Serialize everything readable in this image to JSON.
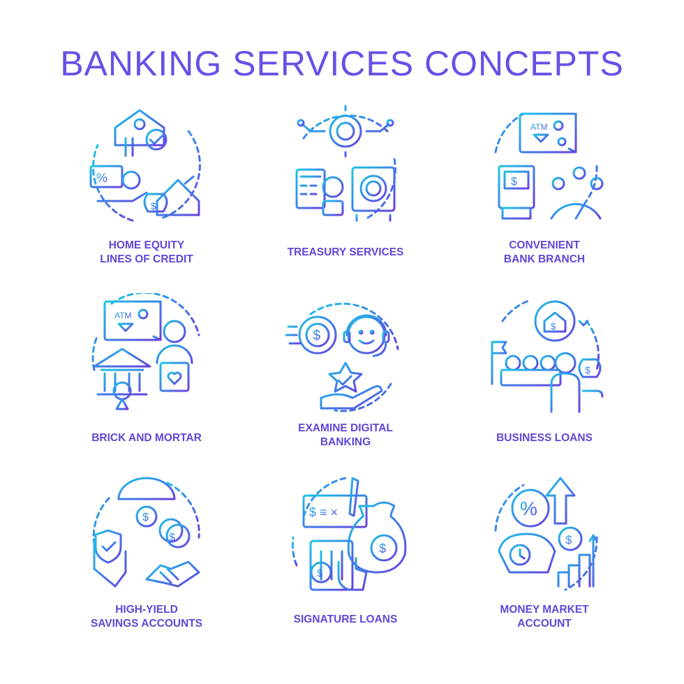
{
  "title": "BANKING SERVICES CONCEPTS",
  "colors": {
    "gradient_start": "#1ec3e6",
    "gradient_mid": "#3b82e8",
    "gradient_end": "#6a3fe0",
    "title": "#6a4fe6",
    "label": "#6246d8"
  },
  "icons": [
    {
      "name": "home-equity-icon",
      "label_lines": [
        "HOME EQUITY",
        "LINES OF CREDIT"
      ]
    },
    {
      "name": "treasury-services-icon",
      "label_lines": [
        "TREASURY SERVICES"
      ]
    },
    {
      "name": "convenient-bank-branch-icon",
      "label_lines": [
        "CONVENIENT",
        "BANK BRANCH"
      ]
    },
    {
      "name": "brick-and-mortar-icon",
      "label_lines": [
        "BRICK AND MORTAR"
      ]
    },
    {
      "name": "digital-banking-icon",
      "label_lines": [
        "EXAMINE DIGITAL",
        "BANKING"
      ]
    },
    {
      "name": "business-loans-icon",
      "label_lines": [
        "BUSINESS LOANS"
      ]
    },
    {
      "name": "savings-accounts-icon",
      "label_lines": [
        "HIGH-YIELD",
        "SAVINGS ACCOUNTS"
      ]
    },
    {
      "name": "signature-loans-icon",
      "label_lines": [
        "SIGNATURE LOANS"
      ]
    },
    {
      "name": "money-market-icon",
      "label_lines": [
        "MONEY MARKET",
        "ACCOUNT"
      ]
    }
  ]
}
